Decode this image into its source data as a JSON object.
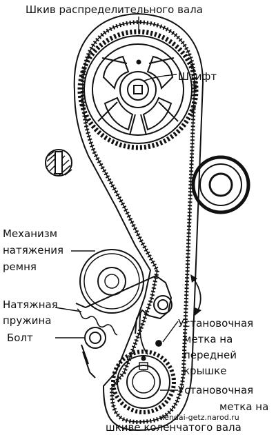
{
  "labels": {
    "camshaft_pulley": "Шкив распределительного вала",
    "pin": "Штифт",
    "tensioner_line1": "Механизм",
    "tensioner_line2": "натяжения",
    "tensioner_line3": "ремня",
    "spring_line1": "Натяжная",
    "spring_line2": "пружина",
    "bolt": "Болт",
    "front_mark_line1": "Установочная",
    "front_mark_line2": "метка на",
    "front_mark_line3": "передней",
    "front_mark_line4": "крышке",
    "crank_mark_line1": "Установочная",
    "crank_mark_line2": "метка на",
    "crank_mark_line3": "шкиве коленчатого вала"
  },
  "watermark": "xendai-getz.narod.ru",
  "colors": {
    "ink": "#111111",
    "background": "#ffffff"
  }
}
